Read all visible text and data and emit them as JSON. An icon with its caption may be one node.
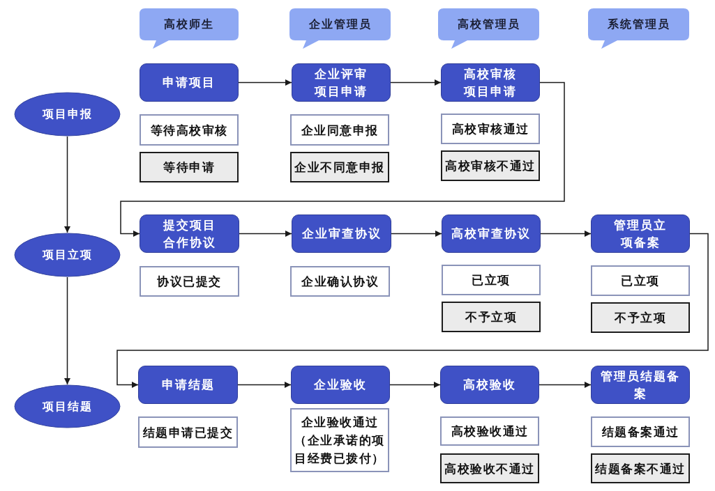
{
  "diagram": {
    "nodes": [
      {
        "text": [
          "高校师生"
        ]
      },
      {
        "text": [
          "企业管理员"
        ]
      },
      {
        "text": [
          "高校管理员"
        ]
      },
      {
        "text": [
          "系统管理员"
        ]
      },
      {
        "text": [
          "申请项目"
        ]
      },
      {
        "text": [
          "企业评审项目申请"
        ]
      },
      {
        "text": [
          "高校审核项目申请"
        ]
      },
      {
        "text": [
          "项目申报"
        ]
      },
      {
        "text": [
          "等待高校审核"
        ]
      },
      {
        "text": [
          "企业同意申报"
        ]
      },
      {
        "text": [
          "高校审核通过"
        ]
      },
      {
        "text": [
          "等待申请"
        ]
      },
      {
        "text": [
          "企业不同意申报"
        ]
      },
      {
        "text": [
          "高校审核不通过"
        ]
      },
      {
        "text": [
          "提交项目合作协议"
        ]
      },
      {
        "text": [
          "企业审查协议"
        ]
      },
      {
        "text": [
          "高校审查协议"
        ]
      },
      {
        "text": [
          "管理员立项备案"
        ]
      },
      {
        "text": [
          "项目立项"
        ]
      },
      {
        "text": [
          "协议已提交"
        ]
      },
      {
        "text": [
          "企业确认协议"
        ]
      },
      {
        "text": [
          "已立项"
        ]
      },
      {
        "text": [
          "已立项"
        ]
      },
      {
        "text": [
          "不予立项"
        ]
      },
      {
        "text": [
          "不予立项"
        ]
      },
      {
        "text": [
          "申请结题"
        ]
      },
      {
        "text": [
          "企业验收"
        ]
      },
      {
        "text": [
          "高校验收"
        ]
      },
      {
        "text": [
          "管理员结题备案"
        ]
      },
      {
        "text": [
          "项目结题"
        ]
      },
      {
        "text": [
          "结题申请已提交"
        ]
      },
      {
        "text": [
          "企业验收通过（企业承诺的项目经费已拨付）"
        ]
      },
      {
        "text": [
          "高校验收通过"
        ]
      },
      {
        "text": [
          "结题备案通过"
        ]
      },
      {
        "text": [
          "高校验收不通过"
        ]
      },
      {
        "text": [
          "结题备案不通过"
        ]
      }
    ],
    "edges": [
      {
        "from": 7,
        "to": 18,
        "arrow": "to"
      },
      {
        "from": 18,
        "to": 29,
        "arrow": "to"
      },
      {
        "from": 4,
        "to": 5,
        "arrow": "to"
      },
      {
        "from": 5,
        "to": 6,
        "arrow": "to"
      },
      {
        "from": 6,
        "to": 14,
        "arrow": "to"
      },
      {
        "from": 14,
        "to": 15,
        "arrow": "to"
      },
      {
        "from": 15,
        "to": 16,
        "arrow": "to"
      },
      {
        "from": 16,
        "to": 17,
        "arrow": "to"
      },
      {
        "from": 17,
        "to": 25,
        "arrow": "to"
      },
      {
        "from": 25,
        "to": 26,
        "arrow": "to"
      },
      {
        "from": 26,
        "to": 27,
        "arrow": "to"
      },
      {
        "from": 27,
        "to": 28,
        "arrow": "to"
      }
    ]
  }
}
